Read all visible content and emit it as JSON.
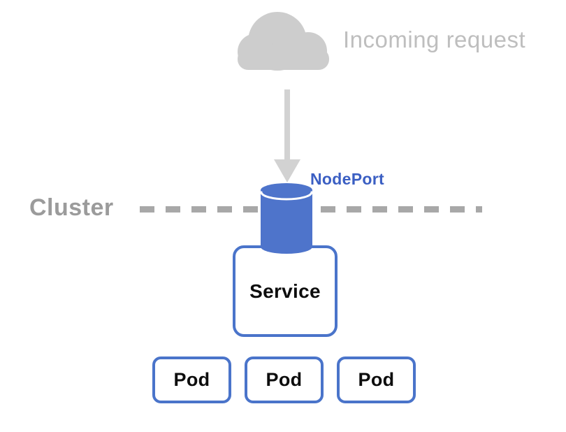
{
  "diagram": {
    "title_semantic": "kubernetes-nodeport-service-diagram",
    "incoming_request_label": "Incoming request",
    "nodeport_label": "NodePort",
    "cluster_label": "Cluster",
    "service_label": "Service",
    "pods": [
      {
        "label": "Pod"
      },
      {
        "label": "Pod"
      },
      {
        "label": "Pod"
      }
    ],
    "icons": {
      "cloud": "cloud-icon",
      "arrow": "arrow-down-icon",
      "cylinder": "nodeport-cylinder-icon",
      "boundary": "cluster-boundary-dashed-line"
    },
    "colors": {
      "blue": "#4E74CB",
      "border_blue": "#4A74CA",
      "nodeport_text": "#3B5FC3",
      "cloud_gray": "#CDCDCD",
      "arrow_gray": "#D2D2D2",
      "request_text_gray": "#BEBEBE",
      "cluster_text_gray": "#9B9B9B",
      "dash_gray": "#A8A8A8"
    }
  }
}
